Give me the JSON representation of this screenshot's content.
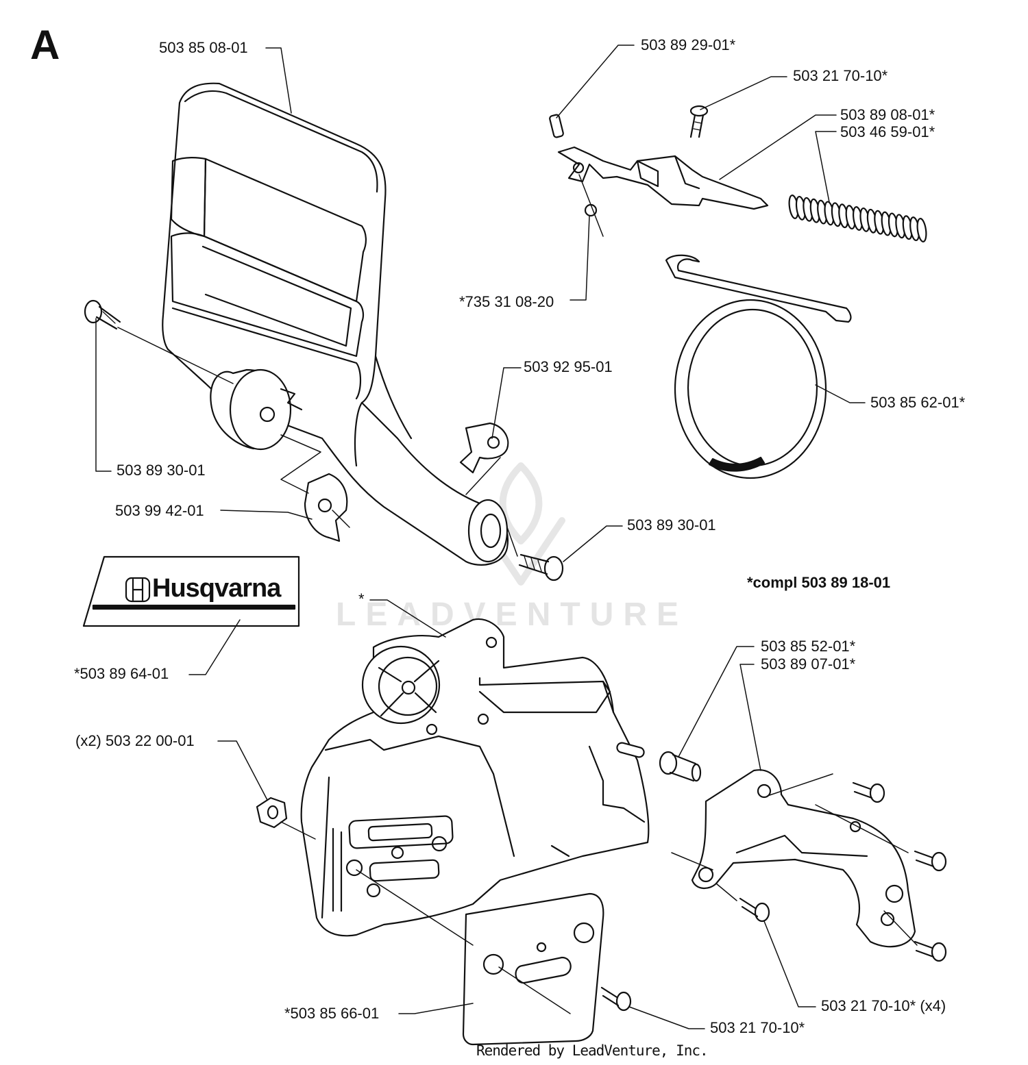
{
  "section_label": "A",
  "parts": {
    "p1": "503 85 08-01",
    "p2": "503 89 29-01*",
    "p3": "503 21 70-10*",
    "p4": "503 89 08-01*",
    "p5": "503 46 59-01*",
    "p6": "*735 31 08-20",
    "p7": "503 92 95-01",
    "p8": "503 85 62-01*",
    "p9": "503 89 30-01",
    "p10": "503 99 42-01",
    "p11": "503 89 30-01",
    "p12": "*503 89 64-01",
    "p13": "*",
    "p14": "503 85 52-01*",
    "p15": "503 89 07-01*",
    "p16": "(x2) 503 22 00-01",
    "p17": "*503 85 66-01",
    "p18": "503 21 70-10*",
    "p19": "503 21 70-10* (x4)"
  },
  "kit_note": "*compl 503 89 18-01",
  "decal_logo_text": "Husqvarna",
  "watermark_text": "LEADVENTURE",
  "footer_text": "Rendered by LeadVenture, Inc.",
  "colors": {
    "line": "#111111",
    "background": "#ffffff",
    "watermark": "#e4e4e4"
  }
}
